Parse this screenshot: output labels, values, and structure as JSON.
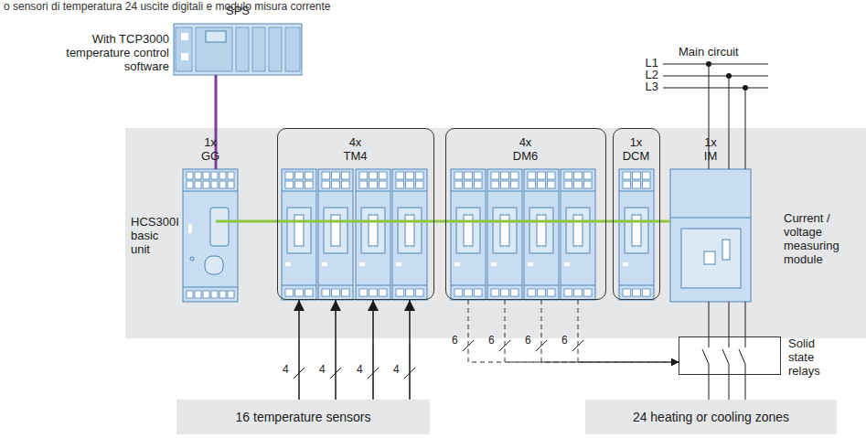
{
  "diagram": {
    "title": "o sensori di temperatura 24 uscite digitali e modulo misura corrente",
    "nodes": [
      {
        "text": [
          "SPS"
        ]
      },
      {
        "text": [
          "1x GG"
        ]
      },
      {
        "text": [
          "4x TM4"
        ]
      },
      {
        "text": [
          "4x DM6"
        ]
      },
      {
        "text": [
          "1x DCM"
        ]
      },
      {
        "text": [
          "1x IM"
        ]
      },
      {
        "text": [
          "Solid state relays"
        ]
      },
      {
        "text": [
          "16 temperature sensors"
        ]
      },
      {
        "text": [
          "24 heating or cooling zones"
        ]
      }
    ],
    "edges": [
      {
        "from": 0,
        "to": 1,
        "arrow": "none"
      },
      {
        "from": 7,
        "to": 2,
        "label": "4",
        "arrow": "to"
      },
      {
        "from": 7,
        "to": 2,
        "label": "4",
        "arrow": "to"
      },
      {
        "from": 7,
        "to": 2,
        "label": "4",
        "arrow": "to"
      },
      {
        "from": 7,
        "to": 2,
        "label": "4",
        "arrow": "to"
      },
      {
        "from": 3,
        "to": 6,
        "label": "6",
        "arrow": "to"
      },
      {
        "from": 3,
        "to": 6,
        "label": "6",
        "arrow": "to"
      },
      {
        "from": 3,
        "to": 6,
        "label": "6",
        "arrow": "to"
      },
      {
        "from": 3,
        "to": 6,
        "label": "6",
        "arrow": "to"
      },
      {
        "from": 5,
        "to": 6,
        "arrow": "none"
      },
      {
        "from": 6,
        "to": 8,
        "arrow": "none"
      }
    ],
    "labels": [
      "With TCP3000 temperature control software",
      "HCS300I basic unit",
      "Main circuit",
      "L1",
      "L2",
      "L3",
      "Current / voltage measuring module"
    ]
  }
}
